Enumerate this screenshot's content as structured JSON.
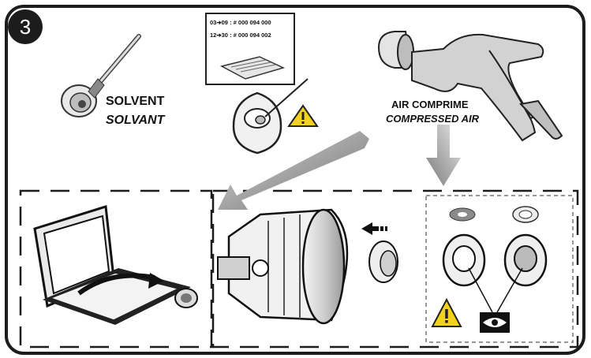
{
  "step_number": "3",
  "part_refs": [
    {
      "range": "03➔09",
      "sep": ":",
      "ref": "# 000 094 000"
    },
    {
      "range": "12➔30",
      "sep": ":",
      "ref": "# 000 094 002"
    }
  ],
  "solvent_fr": "SOLVENT",
  "solvent_en": "SOLVANT",
  "air_fr": "AIR COMPRIME",
  "air_en": "COMPRESSED AIR",
  "icons": [
    "brush-icon",
    "warning-icon",
    "air-gun-icon",
    "eye-icon",
    "arrow-icon"
  ],
  "colors": {
    "frame": "#1c1c1c",
    "arrow": "#8a8a8a",
    "warning": "#f2d21c"
  }
}
